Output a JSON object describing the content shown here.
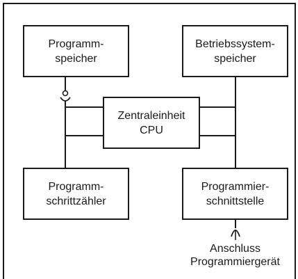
{
  "diagram": {
    "boxes": {
      "programmspeicher": [
        "Programm-",
        "speicher"
      ],
      "betriebssystemspeicher": [
        "Betriebssystem-",
        "speicher"
      ],
      "cpu": [
        "Zentraleinheit",
        "CPU"
      ],
      "programmschrittzaehler": [
        "Programm-",
        "schrittzähler"
      ],
      "programmierschnittstelle": [
        "Programmier-",
        "schnittstelle"
      ]
    },
    "connector_label": [
      "Anschluss",
      "Programmiergerät"
    ]
  },
  "colors": {
    "line": "#1a1a1a",
    "background": "#ffffff"
  }
}
